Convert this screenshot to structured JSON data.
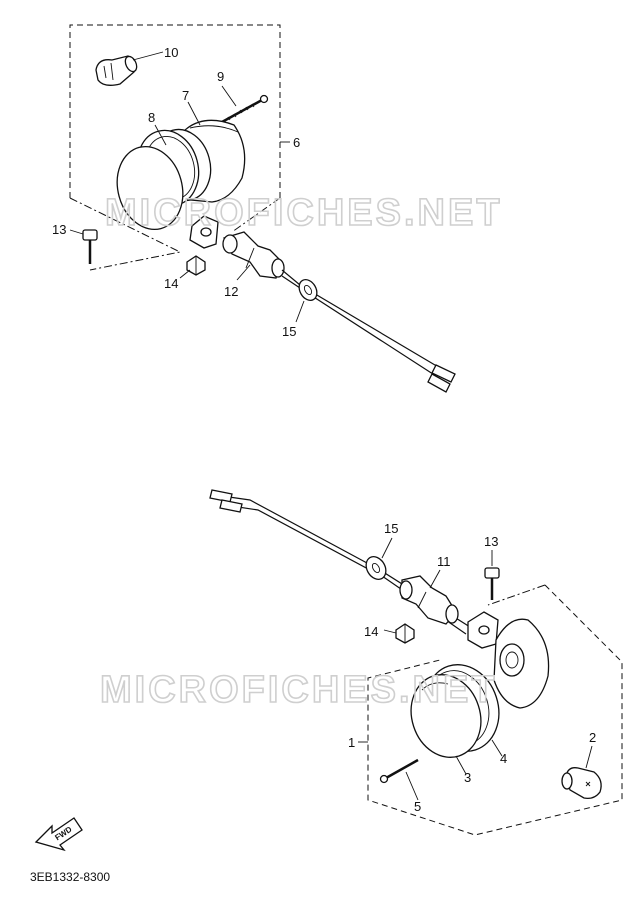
{
  "watermark": "MICROFICHES.NET",
  "diagram_code": "3EB1332-8300",
  "fwd_label": "FWD",
  "callouts": {
    "c1": "1",
    "c2": "2",
    "c3": "3",
    "c4": "4",
    "c5": "5",
    "c6": "6",
    "c7": "7",
    "c8": "8",
    "c9": "9",
    "c10": "10",
    "c11": "11",
    "c12": "12",
    "c13a": "13",
    "c13b": "13",
    "c14a": "14",
    "c14b": "14",
    "c15a": "15",
    "c15b": "15"
  }
}
